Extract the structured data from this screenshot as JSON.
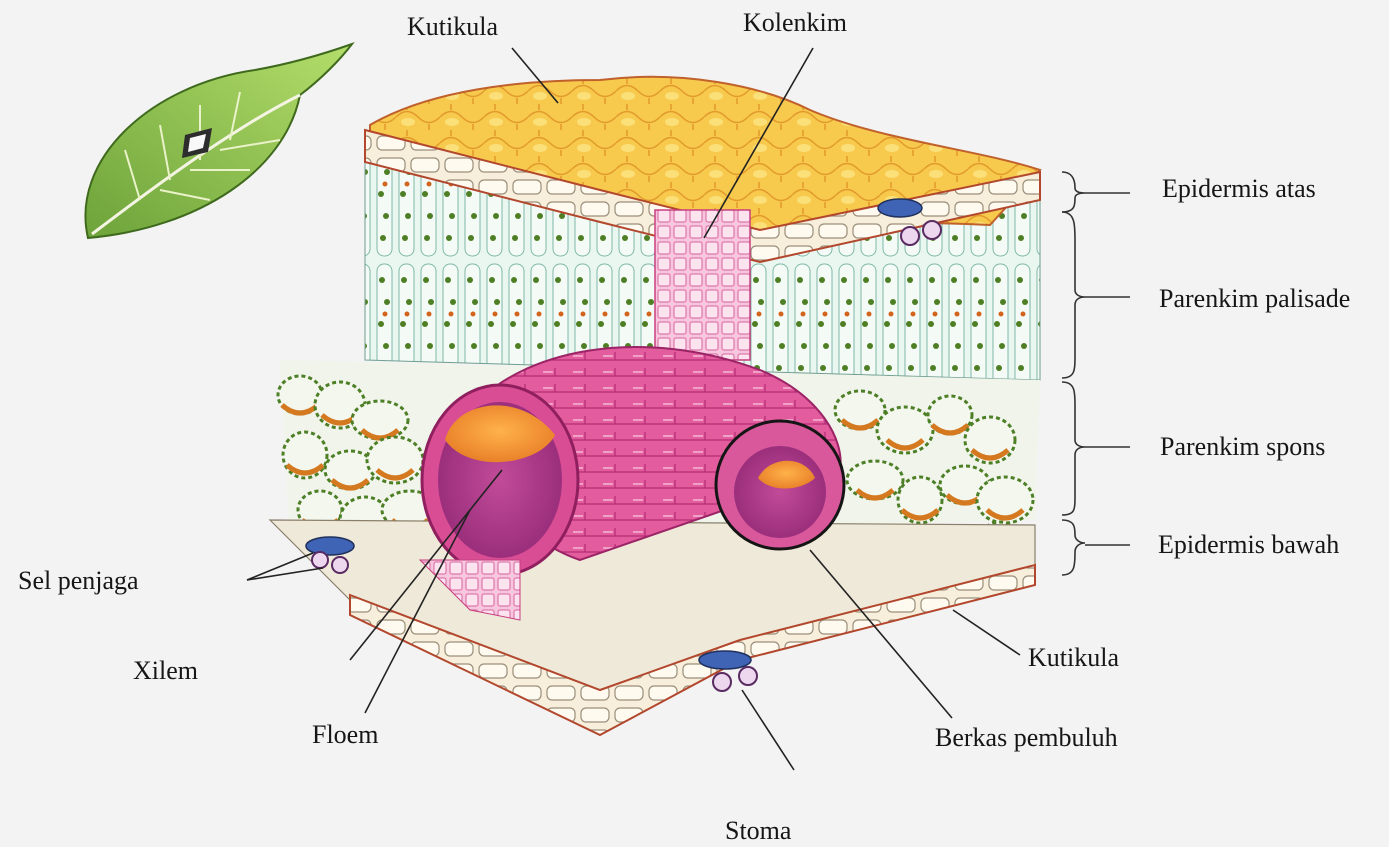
{
  "labels": {
    "kutikula_top": "Kutikula",
    "kolenkim": "Kolenkim",
    "epidermis_atas": "Epidermis atas",
    "parenkim_palisade": "Parenkim palisade",
    "parenkim_spons": "Parenkim spons",
    "epidermis_bawah": "Epidermis bawah",
    "sel_penjaga": "Sel penjaga",
    "xilem": "Xilem",
    "floem": "Floem",
    "kutikula_bottom": "Kutikula",
    "berkas_pembuluh": "Berkas pembuluh",
    "stoma": "Stoma"
  },
  "colors": {
    "cuticle": "#f5c542",
    "epidermis": "#fbf3e1",
    "palisade": "#e9f6ef",
    "chloroplast": "#5b8a2a",
    "xylem": "#e0569a",
    "phloem": "#f39a3a",
    "spongy": "#d4791f",
    "guard_cell": "#4468b8",
    "leaf": "#8cc44a"
  }
}
